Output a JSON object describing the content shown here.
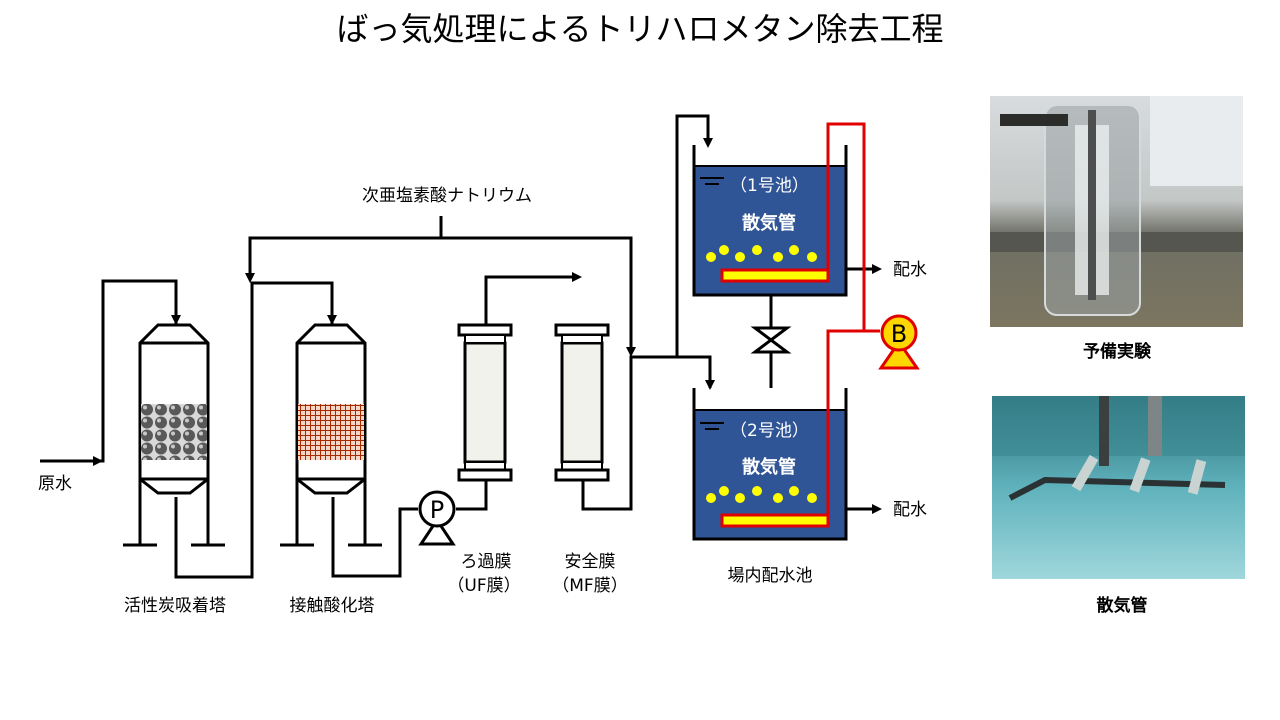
{
  "title": "ばっ気処理によるトリハロメタン除去工程",
  "labels": {
    "raw_water": "原水",
    "activated_carbon": "活性炭吸着塔",
    "contact_oxidation": "接触酸化塔",
    "sodium_hypochlorite": "次亜塩素酸ナトリウム",
    "uf_line1": "ろ過膜",
    "uf_line2": "（UF膜）",
    "mf_line1": "安全膜",
    "mf_line2": "（MF膜）",
    "reservoir": "場内配水池",
    "tank1_name": "（1号池）",
    "tank2_name": "（2号池）",
    "diffuser": "散気管",
    "distribution1": "配水",
    "distribution2": "配水",
    "pump_p": "P",
    "blower_b": "B"
  },
  "photos": {
    "preliminary_caption": "予備実験",
    "diffuser_caption": "散気管"
  },
  "colors": {
    "tank_water": "#2f5597",
    "air_line": "#e00000",
    "bubbles": "#ffff00",
    "blower": "#ffd700"
  }
}
